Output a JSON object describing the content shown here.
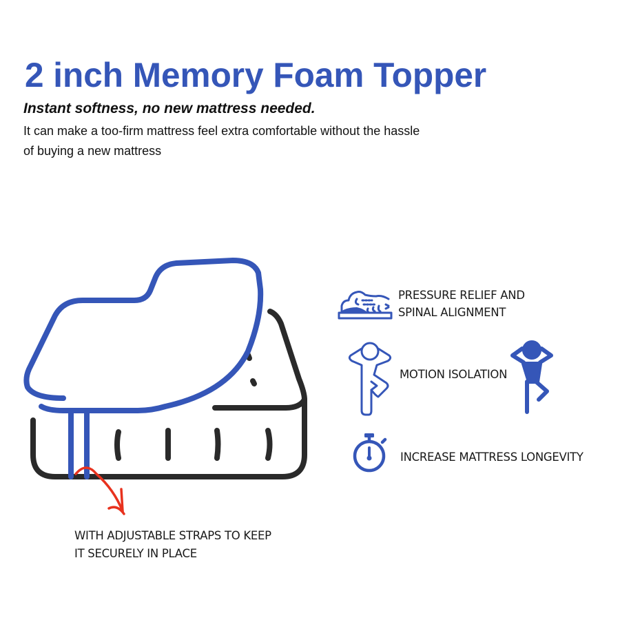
{
  "header": {
    "title": "2 inch Memory Foam Topper",
    "subtitle": "Instant softness, no new mattress needed.",
    "description_line1": "It can make a too-firm mattress feel extra comfortable without the hassle",
    "description_line2": "of buying a new mattress"
  },
  "illustration": {
    "icon": "mattress-with-topper-icon",
    "arrow_icon": "red-curved-arrow-icon",
    "caption_line1": "WITH ADJUSTABLE STRAPS TO KEEP",
    "caption_line2": "IT SECURELY IN PLACE"
  },
  "features": [
    {
      "icon": "spine-pressure-icon",
      "line1": "PRESSURE RELIEF AND",
      "line2": "SPINAL ALIGNMENT"
    },
    {
      "icon": "person-standing-icon",
      "line1": "MOTION ISOLATION",
      "icon_right": "person-standing-filled-icon"
    },
    {
      "icon": "stopwatch-icon",
      "line1": "INCREASE MATTRESS LONGEVITY"
    }
  ],
  "colors": {
    "brand_blue": "#3556b8",
    "outline_dark": "#2a2a2a",
    "arrow_red": "#e8321e",
    "text": "#111111"
  }
}
